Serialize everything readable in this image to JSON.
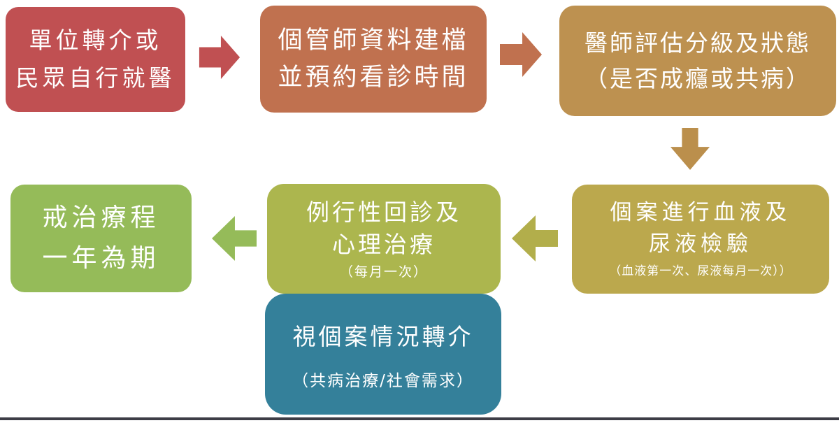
{
  "palette": {
    "red": "#C05052",
    "terracotta": "#C0714F",
    "tan": "#BD9150",
    "gold": "#BBA84D",
    "olive": "#ACB64E",
    "green": "#95BB59",
    "teal": "#34809A",
    "baseline": "#3D3D46",
    "text": "#FFFFFF"
  },
  "steps": [
    {
      "line1": "單位轉介或",
      "line2": "民眾自行就醫",
      "color": "#C05052"
    },
    {
      "line1": "個管師資料建檔",
      "line2": "並預約看診時間",
      "color": "#C0714F"
    },
    {
      "line1": "醫師評估分級及狀態",
      "line2": "（是否成癮或共病）",
      "color": "#BD9150"
    },
    {
      "line1": "個案進行血液及",
      "line2": "尿液檢驗",
      "note": "（血液第一次、尿液每月一次））",
      "color": "#BBA84D"
    },
    {
      "line1": "例行性回診及",
      "line2": "心理治療",
      "note": "（每月一次）",
      "color": "#ACB64E"
    },
    {
      "line1": "戒治療程",
      "line2": "一年為期",
      "color": "#95BB59"
    },
    {
      "line1": "視個案情況轉介",
      "line2": "（共病治療/社會需求）",
      "color": "#34809A"
    }
  ],
  "arrows": [
    {
      "direction": "right",
      "color": "#C05052"
    },
    {
      "direction": "right",
      "color": "#C0714F"
    },
    {
      "direction": "down",
      "color": "#BB8F4C"
    },
    {
      "direction": "left",
      "color": "#B2AE4B"
    },
    {
      "direction": "left",
      "color": "#95BB59"
    }
  ]
}
